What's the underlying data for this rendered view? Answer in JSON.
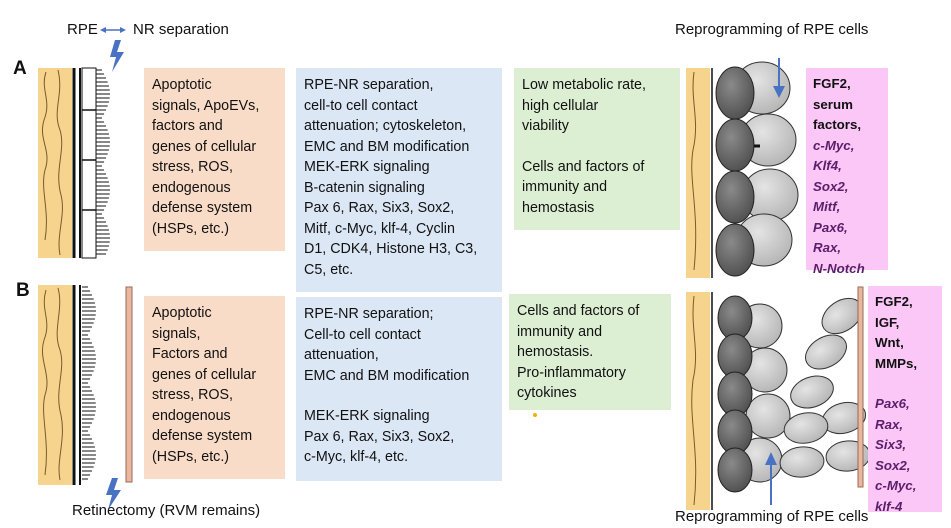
{
  "labels": {
    "rpe": "RPE",
    "nr_separation": "NR separation",
    "reprogramming_top": "Reprogramming of RPE cells",
    "reprogramming_bottom": "Reprogramming of RPE cells",
    "retinectomy": "Retinectomy (RVM remains)",
    "row_a": "A",
    "row_b": "B"
  },
  "row_a": {
    "orange": [
      "Apoptotic",
      "signals, ApoEVs,",
      "factors and",
      "genes of cellular",
      "stress, ROS,",
      "endogenous",
      "defense system",
      "(HSPs, etc.)"
    ],
    "blue": [
      "RPE-NR separation,",
      "cell-to cell contact",
      "attenuation; cytoskeleton,",
      "EMC and BM modification",
      "MEK-ERK signaling",
      "B-catenin signaling",
      "Pax 6, Rax, Six3, Sox2,",
      "Mitf, c-Myc, klf-4, Cyclin",
      "D1, CDK4, Histone H3, C3,",
      "C5, etc."
    ],
    "green": [
      "Low metabolic rate,",
      "high cellular",
      "viability",
      "",
      "Cells and factors of",
      "immunity and",
      "hemostasis"
    ],
    "pink": [
      {
        "text": "FGF2,",
        "italic": false
      },
      {
        "text": "serum",
        "italic": false
      },
      {
        "text": "factors,",
        "italic": false
      },
      {
        "text": "c-Myc,",
        "italic": true
      },
      {
        "text": "Klf4,",
        "italic": true
      },
      {
        "text": "Sox2,",
        "italic": true
      },
      {
        "text": "Mitf,",
        "italic": true
      },
      {
        "text": "Pax6,",
        "italic": true
      },
      {
        "text": "Rax,",
        "italic": true
      },
      {
        "text": "N-Notch",
        "italic": true
      }
    ]
  },
  "row_b": {
    "orange": [
      "Apoptotic",
      "signals,",
      "Factors and",
      "genes of cellular",
      "stress, ROS,",
      "endogenous",
      "defense system",
      "(HSPs, etc.)"
    ],
    "blue": [
      "RPE-NR separation;",
      "Cell-to cell contact",
      "attenuation,",
      "EMC and BM modification",
      "",
      "MEK-ERK signaling",
      "Pax 6, Rax, Six3, Sox2,",
      "c-Myc, klf-4, etc."
    ],
    "green": [
      "Cells and factors of",
      "immunity and",
      "hemostasis.",
      "Pro-inflammatory",
      "cytokines"
    ],
    "pink": [
      {
        "text": "FGF2,",
        "italic": false
      },
      {
        "text": "IGF,",
        "italic": false
      },
      {
        "text": "Wnt,",
        "italic": false
      },
      {
        "text": "MMPs,",
        "italic": false
      },
      {
        "text": "",
        "italic": false
      },
      {
        "text": "Pax6,",
        "italic": true
      },
      {
        "text": "Rax,",
        "italic": true
      },
      {
        "text": "Six3,",
        "italic": true
      },
      {
        "text": "Sox2,",
        "italic": true
      },
      {
        "text": "c-Myc,",
        "italic": true
      },
      {
        "text": "klf-4",
        "italic": true
      }
    ]
  },
  "colors": {
    "orange_panel": "#f9dcc8",
    "blue_panel": "#dbe7f5",
    "green_panel": "#dcefd3",
    "pink_panel": "#fbc7f6",
    "rpe_layer": "#f6d48e",
    "arrow": "#4a72c4",
    "dark_cell": "#6e6e6e",
    "light_cell": "#c8c8c8",
    "membrane": "#e8b79e"
  }
}
